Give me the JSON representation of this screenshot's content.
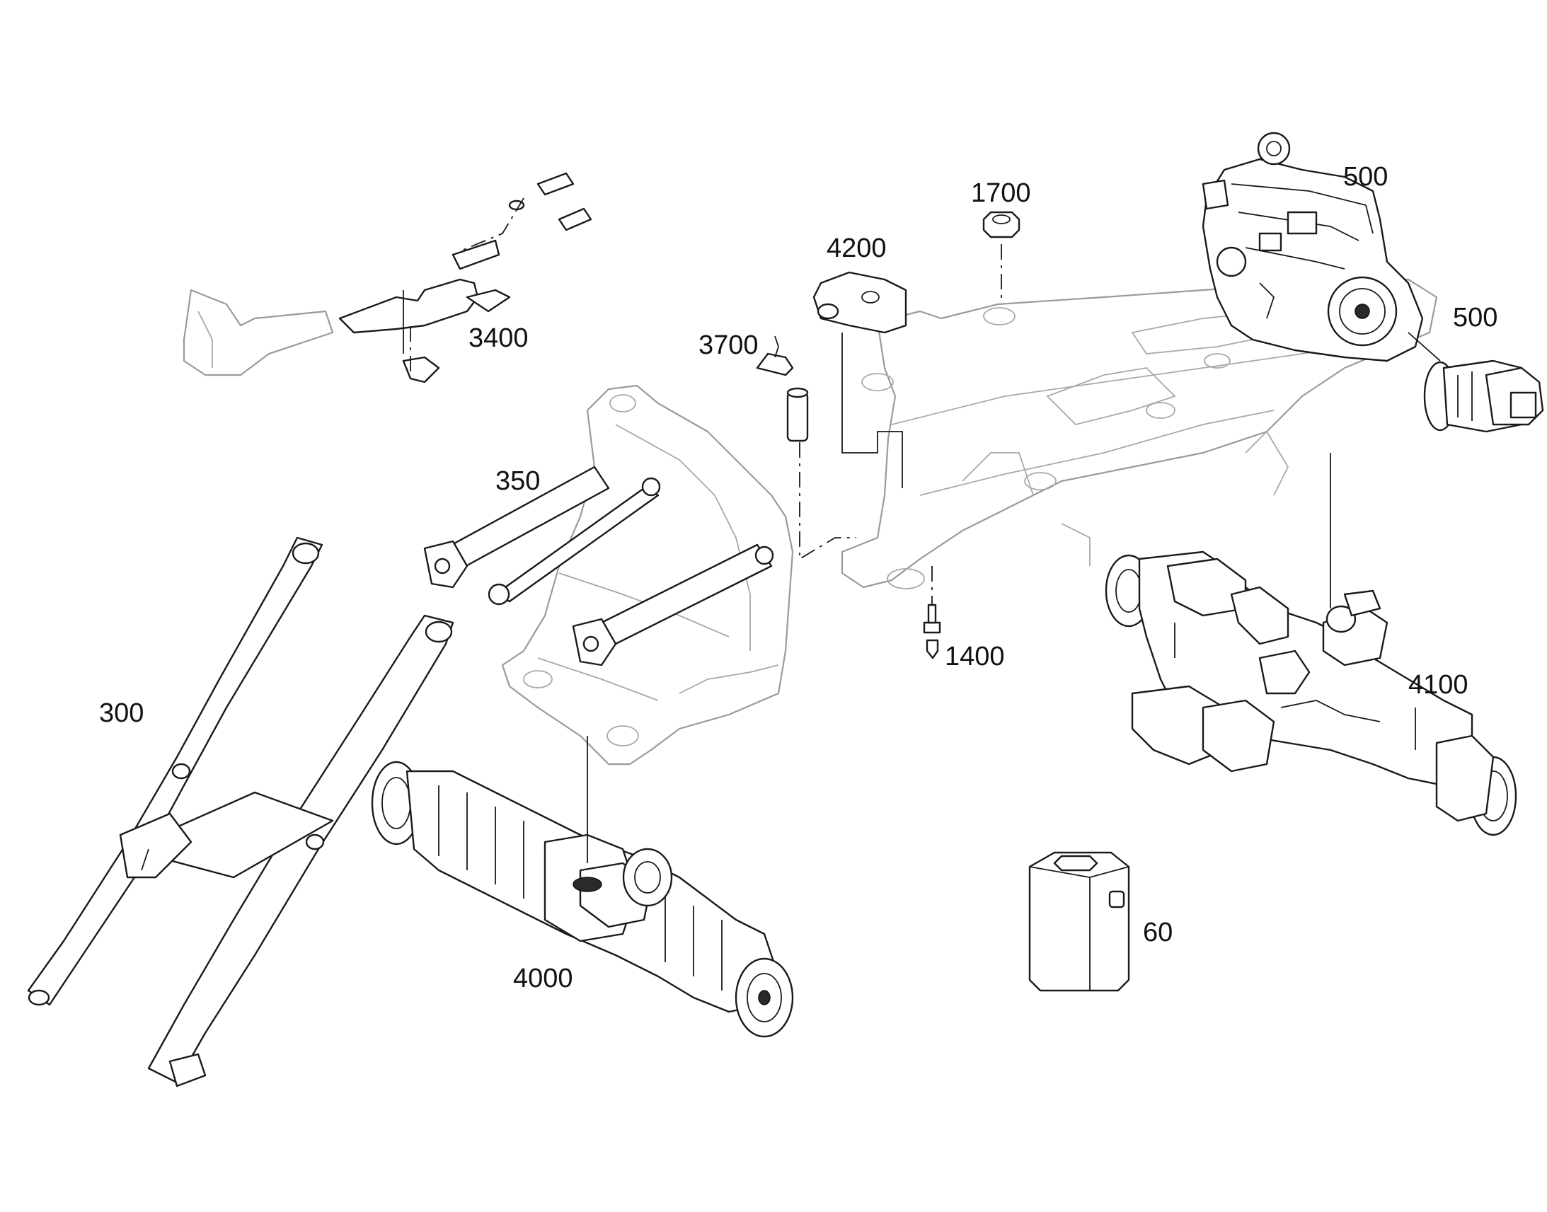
{
  "callouts": {
    "c500_top": "500",
    "c500_pump": "500",
    "c1700": "1700",
    "c4200": "4200",
    "c3400": "3400",
    "c3700": "3700",
    "c350": "350",
    "c1400": "1400",
    "c4100": "4100",
    "c300": "300",
    "c4000": "4000",
    "c60": "60"
  },
  "colors": {
    "line": "#1a1a1a",
    "ghost_line": "#9a9a9a",
    "background": "#ffffff"
  }
}
